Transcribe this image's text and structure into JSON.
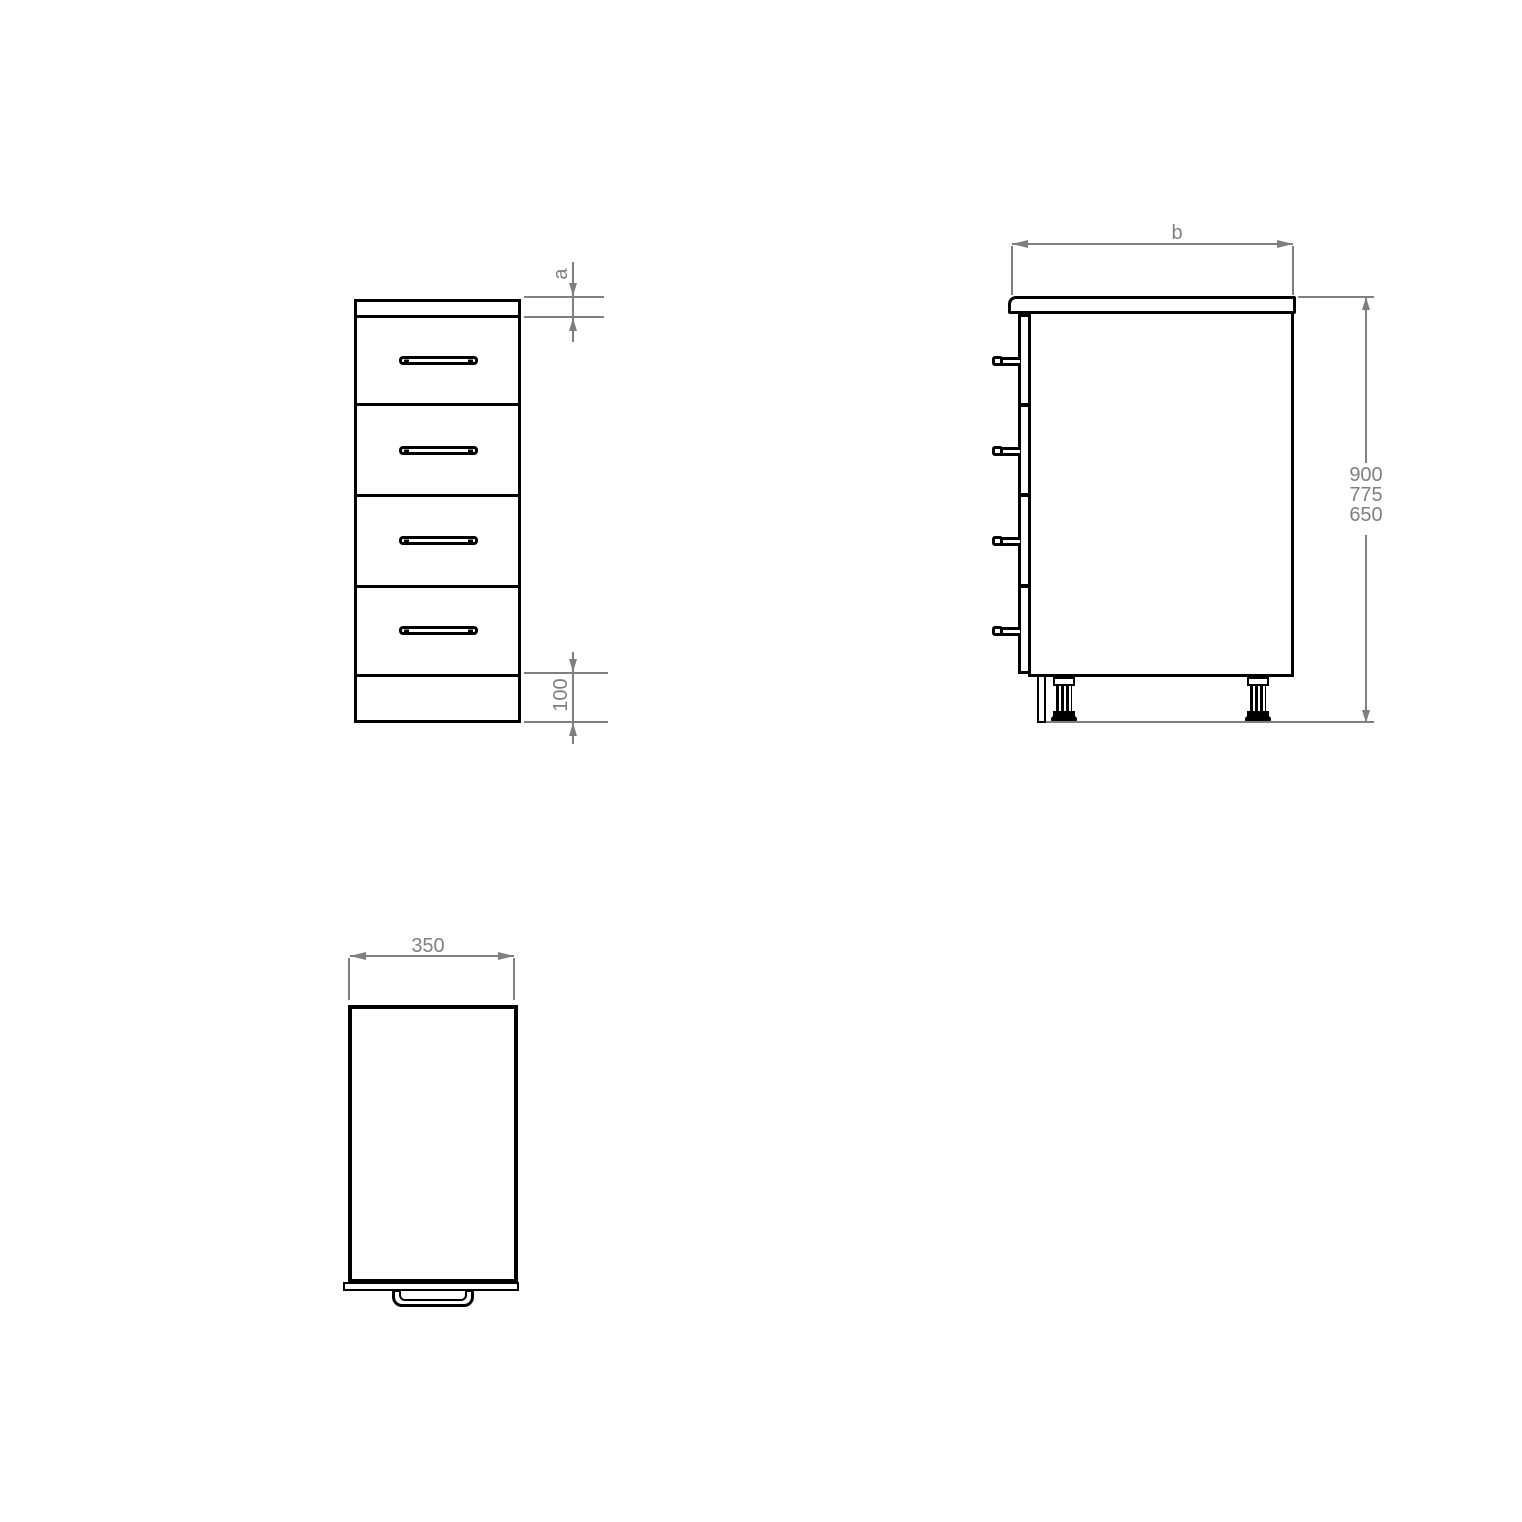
{
  "colors": {
    "background": "#ffffff",
    "line": "#000000",
    "dimension": "#7f7f7f"
  },
  "dimensions": {
    "worktop_thickness": {
      "label": "a"
    },
    "plinth_height": {
      "label": "100"
    },
    "cabinet_depth": {
      "label": "b"
    },
    "cabinet_heights": {
      "labels": [
        "900",
        "775",
        "650"
      ]
    },
    "cabinet_width": {
      "label": "350"
    }
  }
}
